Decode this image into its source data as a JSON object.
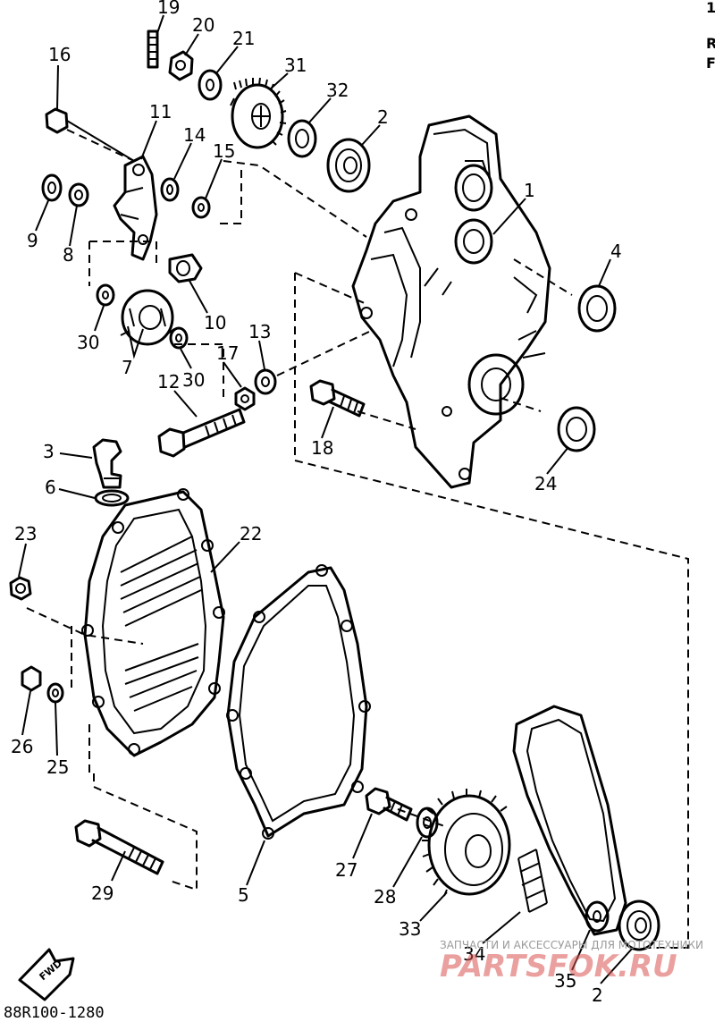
{
  "diagram_code": "88R100-1280",
  "corner_marks": [
    "1",
    "R",
    "F"
  ],
  "forward_label": "FWD",
  "watermark": {
    "small_text": "ЗАПЧАСТИ И АКСЕССУАРЫ ДЛЯ МОТОТЕХНИКИ",
    "logo_text": "PARTSFOK.RU"
  },
  "callouts": [
    {
      "id": "19",
      "label": "19"
    },
    {
      "id": "20",
      "label": "20"
    },
    {
      "id": "21",
      "label": "21"
    },
    {
      "id": "31",
      "label": "31"
    },
    {
      "id": "16",
      "label": "16"
    },
    {
      "id": "11",
      "label": "11"
    },
    {
      "id": "32",
      "label": "32"
    },
    {
      "id": "2a",
      "label": "2"
    },
    {
      "id": "14",
      "label": "14"
    },
    {
      "id": "15",
      "label": "15"
    },
    {
      "id": "1",
      "label": "1"
    },
    {
      "id": "9",
      "label": "9"
    },
    {
      "id": "8",
      "label": "8"
    },
    {
      "id": "4",
      "label": "4"
    },
    {
      "id": "10",
      "label": "10"
    },
    {
      "id": "30a",
      "label": "30"
    },
    {
      "id": "7",
      "label": "7"
    },
    {
      "id": "13",
      "label": "13"
    },
    {
      "id": "17",
      "label": "17"
    },
    {
      "id": "30b",
      "label": "30"
    },
    {
      "id": "12",
      "label": "12"
    },
    {
      "id": "18",
      "label": "18"
    },
    {
      "id": "24",
      "label": "24"
    },
    {
      "id": "3",
      "label": "3"
    },
    {
      "id": "6",
      "label": "6"
    },
    {
      "id": "23",
      "label": "23"
    },
    {
      "id": "22",
      "label": "22"
    },
    {
      "id": "26",
      "label": "26"
    },
    {
      "id": "25",
      "label": "25"
    },
    {
      "id": "27",
      "label": "27"
    },
    {
      "id": "29",
      "label": "29"
    },
    {
      "id": "5",
      "label": "5"
    },
    {
      "id": "28",
      "label": "28"
    },
    {
      "id": "33",
      "label": "33"
    },
    {
      "id": "34",
      "label": "34"
    },
    {
      "id": "35",
      "label": "35"
    },
    {
      "id": "2b",
      "label": "2"
    }
  ]
}
